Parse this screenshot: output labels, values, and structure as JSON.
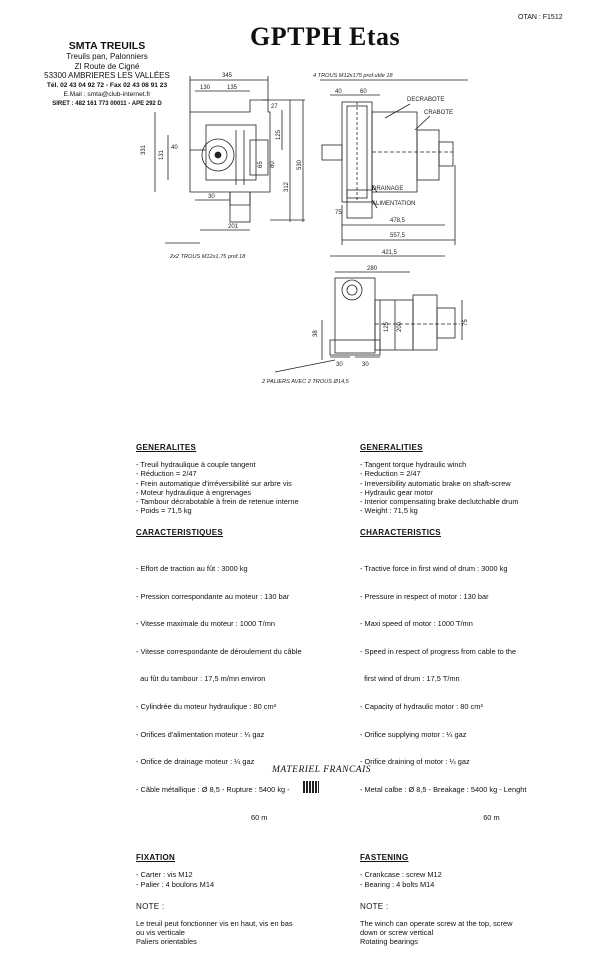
{
  "header": {
    "ref": "OTAN : F1512",
    "title": "GPTPH Etas"
  },
  "company": {
    "name": "SMTA TREUILS",
    "line1": "Treuils pan, Palonniers",
    "line2": "ZI Route de Cigné",
    "line3": "53300 AMBRIERES LES VALLÉES",
    "phone": "Tél. 02 43 04 92 72 - Fax 02 43 08 91 23",
    "email": "E.Mail : smta@club-internet.fr",
    "siret": "SIRET : 482 161 773 00011 - APE 292 D"
  },
  "drawing": {
    "dims": {
      "d345": "345",
      "d130": "130",
      "d135": "135",
      "d27": "27",
      "d331": "331",
      "d40": "40",
      "d131": "131",
      "d30": "30",
      "d201": "201",
      "d65": "65",
      "d80": "80",
      "d125": "125",
      "d312": "312",
      "d530": "530",
      "d4trous": "4 TROUS M12x175 prof.utile 18",
      "d40b": "40",
      "d60": "60",
      "d75": "75",
      "d478": "478,5",
      "d557": "557,5",
      "d2x2": "2x2 TROUS M12x1,75 prof.18",
      "d421": "421,5",
      "d280": "280",
      "d30b": "30",
      "d30c": "30",
      "d38": "38",
      "d125b": "125",
      "d200": "200",
      "d75b": "75",
      "d2paliers": "2 PALIERS AVEC 2 TROUS Ø14,5"
    },
    "labels": {
      "decrabote": "DECRABOTE",
      "crabote": "CRABOTE",
      "drainage": "DRAINAGE",
      "alimentation": "ALIMENTATION"
    }
  },
  "fr": {
    "general": {
      "title": "GENERALITES",
      "items": [
        "- Treuil hydraulique à couple tangent",
        "- Réduction = 2/47",
        "- Frein automatique d'irréversibilité sur arbre vis",
        "- Moteur hydraulique à engrenages",
        "- Tambour décrabotable à frein de retenue interne",
        "- Poids = 71,5 kg"
      ]
    },
    "char": {
      "title": "CARACTERISTIQUES",
      "items": [
        "- Effort de traction au fût : 3000 kg",
        "- Pression correspondante au moteur : 130 bar",
        "- Vitesse maximale du moteur : 1000 T/mn",
        "- Vitesse correspondante de déroulement du câble",
        "  au fût du tambour : 17,5 m/mn environ",
        "- Cylindrée du moteur hydraulique : 80 cm³",
        "- Orifices d'alimentation moteur : ¼ gaz",
        "- Orifice de drainage moteur : ¼ gaz",
        "- Câble métallique : Ø 8,5 - Rupture : 5400 kg -",
        "                                                        60 m"
      ]
    },
    "fix": {
      "title": "FIXATION",
      "items": [
        "- Carter : vis M12",
        "- Palier : 4 boulons M14"
      ]
    },
    "note": {
      "title": "NOTE :",
      "items": [
        "Le treuil peut fonctionner vis en haut, vis en bas",
        "ou vis verticale",
        "Paliers orientables"
      ]
    }
  },
  "en": {
    "general": {
      "title": "GENERALITIES",
      "items": [
        "- Tangent torque hydraulic winch",
        "- Reduction = 2/47",
        "- Irreversibility automatic brake on shaft-screw",
        "- Hydraulic gear motor",
        "- Interior compensating brake declutchable drum",
        "- Weight : 71,5 kg"
      ]
    },
    "char": {
      "title": "CHARACTERISTICS",
      "items": [
        "- Tractive force in first wind of drum : 3000 kg",
        "- Pressure in respect of motor : 130 bar",
        "- Maxi speed of motor : 1000 T/mn",
        "- Speed in respect of progress from cable to the",
        "  first wind of drum : 17,5 T/mn",
        "- Capacity of hydraulic motor : 80 cm³",
        "- Orifice supplying motor : ¼ gaz",
        "- Orifice draining of motor : ¼ gaz",
        "- Metal calbe : Ø 8,5 - Breakage : 5400 kg - Lenght",
        "                                                            60 m"
      ]
    },
    "fix": {
      "title": "FASTENING",
      "items": [
        "- Crankcase : screw M12",
        "- Bearing : 4 bolts M14"
      ]
    },
    "note": {
      "title": "NOTE :",
      "items": [
        "The winch can operate screw at the top, screw",
        "down or screw vertical",
        "Rotating bearings"
      ]
    }
  },
  "footer": {
    "materiel": "MATERIEL FRANCAIS"
  }
}
